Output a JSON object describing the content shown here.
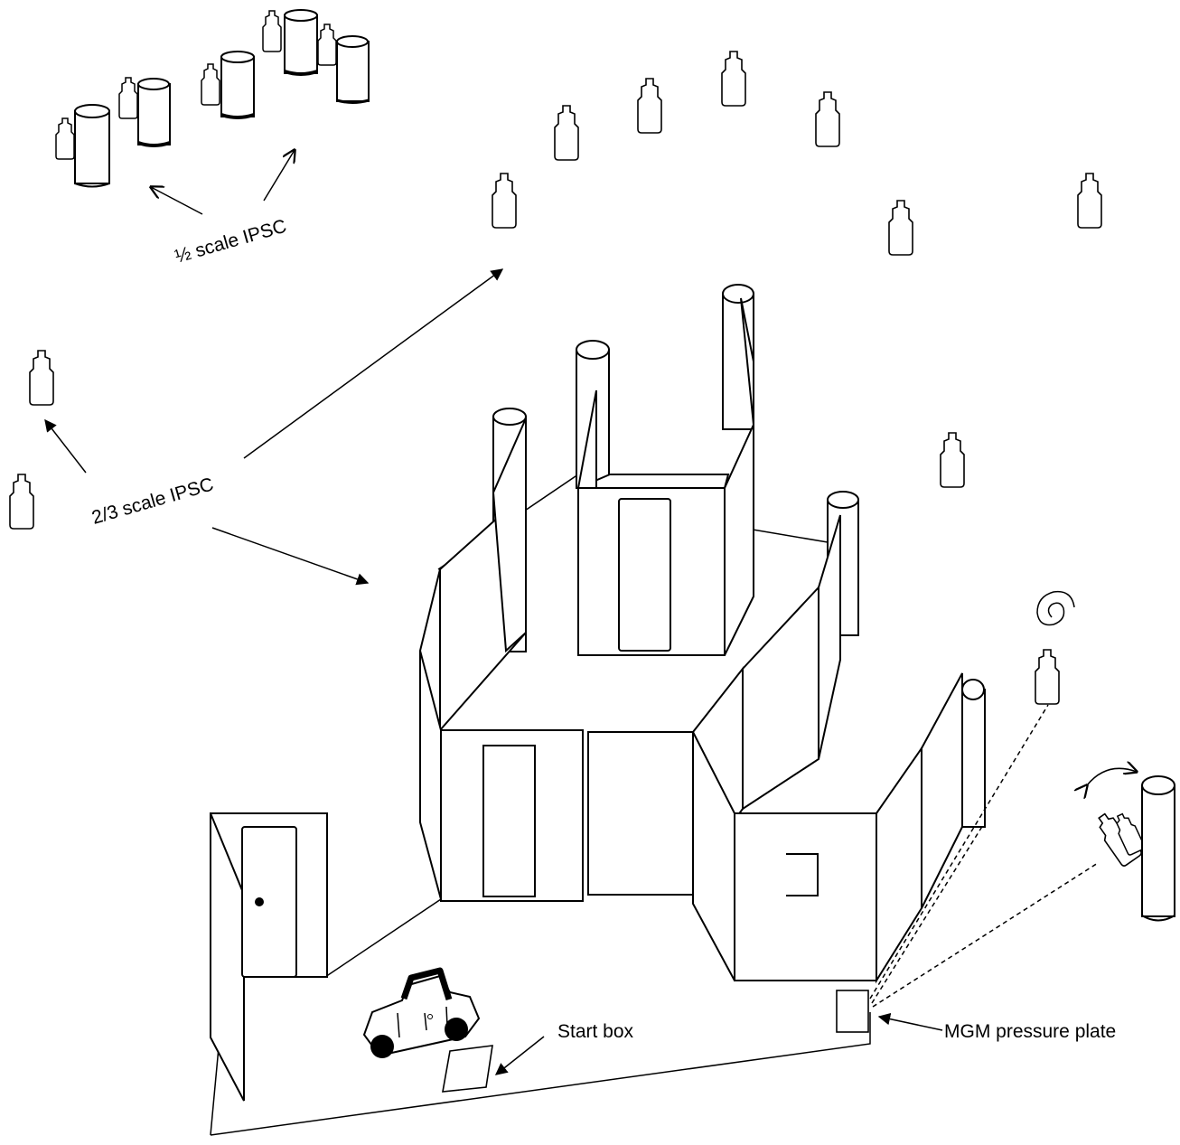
{
  "labels": {
    "half_scale": "½ scale IPSC",
    "two_thirds_scale": "2/3 scale IPSC",
    "start_box": "Start box",
    "pressure_plate": "MGM pressure plate"
  },
  "colors": {
    "stroke": "#000000",
    "background": "#ffffff"
  }
}
